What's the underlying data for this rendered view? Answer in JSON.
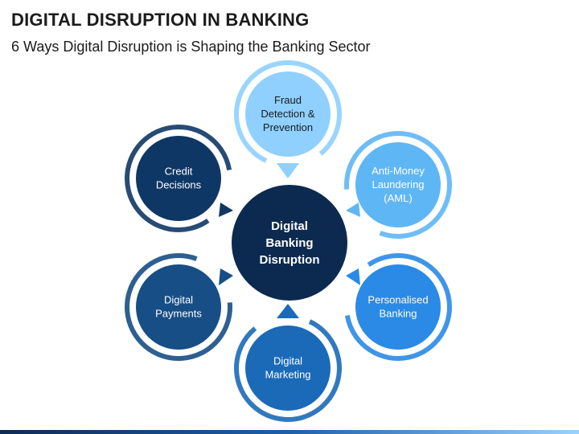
{
  "header": {
    "title": "DIGITAL DISRUPTION IN BANKING",
    "subtitle": "6 Ways Digital Disruption is Shaping the Banking Sector"
  },
  "center": {
    "lines": [
      "Digital",
      "Banking",
      "Disruption"
    ],
    "color": "#0c2a4f"
  },
  "nodes": [
    {
      "id": "fraud",
      "lines": [
        "Fraud",
        "Detection &",
        "Prevention"
      ],
      "fill": "#8fd0ff",
      "textColor": "#1a1a1a"
    },
    {
      "id": "aml",
      "lines": [
        "Anti-Money",
        "Laundering",
        "(AML)"
      ],
      "fill": "#5fb6f5",
      "textColor": "#ffffff"
    },
    {
      "id": "personalised",
      "lines": [
        "Personalised",
        "Banking"
      ],
      "fill": "#2a8ae6",
      "textColor": "#ffffff"
    },
    {
      "id": "marketing",
      "lines": [
        "Digital",
        "Marketing"
      ],
      "fill": "#1b6ab8",
      "textColor": "#ffffff"
    },
    {
      "id": "payments",
      "lines": [
        "Digital",
        "Payments"
      ],
      "fill": "#174e86",
      "textColor": "#ffffff"
    },
    {
      "id": "credit",
      "lines": [
        "Credit",
        "Decisions"
      ],
      "fill": "#0f3765",
      "textColor": "#ffffff"
    }
  ]
}
